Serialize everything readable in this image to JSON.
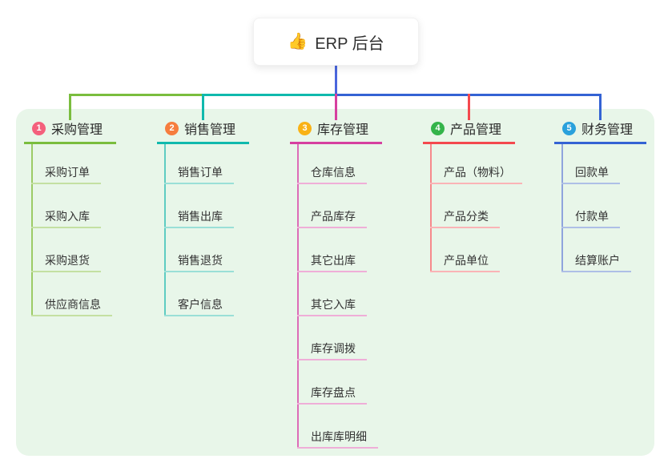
{
  "root": {
    "icon": "👍",
    "label": "ERP 后台"
  },
  "connector": {
    "trunk_color": "#4a66dd"
  },
  "branches": [
    {
      "num": "1",
      "label": "采购管理",
      "badge_color": "#f4607c",
      "line_color": "#7abd3e",
      "stem_color": "#9ccb66",
      "child_line_color": "#c4e0a2",
      "children": [
        "采购订单",
        "采购入库",
        "采购退货",
        "供应商信息"
      ]
    },
    {
      "num": "2",
      "label": "销售管理",
      "badge_color": "#f67d3e",
      "line_color": "#10b9ad",
      "stem_color": "#5eccc2",
      "child_line_color": "#9adfd7",
      "children": [
        "销售订单",
        "销售出库",
        "销售退货",
        "客户信息"
      ]
    },
    {
      "num": "3",
      "label": "库存管理",
      "badge_color": "#f9b216",
      "line_color": "#d6409f",
      "stem_color": "#dd6cb8",
      "child_line_color": "#efaed8",
      "children": [
        "仓库信息",
        "产品库存",
        "其它出库",
        "其它入库",
        "库存调拨",
        "库存盘点",
        "出库库明细"
      ]
    },
    {
      "num": "4",
      "label": "产品管理",
      "badge_color": "#34b44a",
      "line_color": "#f4494e",
      "stem_color": "#f7898c",
      "child_line_color": "#fab4b6",
      "children": [
        "产品（物料）",
        "产品分类",
        "产品单位"
      ]
    },
    {
      "num": "5",
      "label": "财务管理",
      "badge_color": "#2aa1dc",
      "line_color": "#3463d4",
      "stem_color": "#8fa4dd",
      "child_line_color": "#aebfe6",
      "children": [
        "回款单",
        "付款单",
        "结算账户"
      ]
    }
  ]
}
